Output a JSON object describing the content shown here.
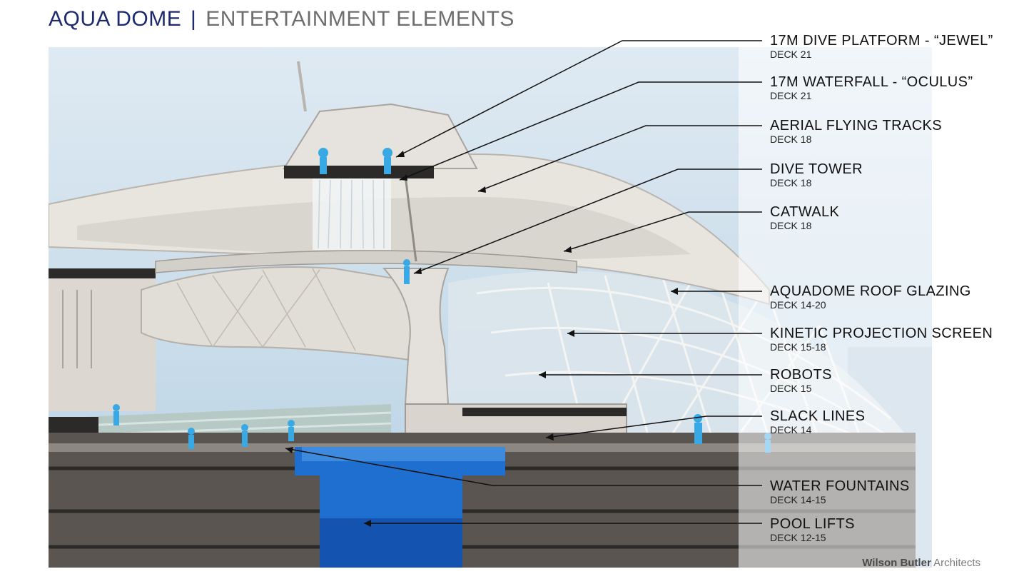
{
  "header": {
    "title": "AQUA DOME",
    "separator": "|",
    "subtitle": "ENTERTAINMENT ELEMENTS"
  },
  "callouts": [
    {
      "name": "17M DIVE PLATFORM - “JEWEL”",
      "deck": "DECK 21"
    },
    {
      "name": "17M WATERFALL - “OCULUS”",
      "deck": "DECK 21"
    },
    {
      "name": "AERIAL FLYING TRACKS",
      "deck": "DECK 18"
    },
    {
      "name": "DIVE TOWER",
      "deck": "DECK 18"
    },
    {
      "name": "CATWALK",
      "deck": "DECK 18"
    },
    {
      "name": "AQUADOME ROOF GLAZING",
      "deck": "DECK 14-20"
    },
    {
      "name": "KINETIC PROJECTION SCREEN",
      "deck": "DECK 15-18"
    },
    {
      "name": "ROBOTS",
      "deck": "DECK 15"
    },
    {
      "name": "SLACK LINES",
      "deck": "DECK 14"
    },
    {
      "name": "WATER FOUNTAINS",
      "deck": "DECK 14-15"
    },
    {
      "name": "POOL LIFTS",
      "deck": "DECK 12-15"
    }
  ],
  "credit": {
    "brand": "Wilson Butler",
    "suffix": "Architects"
  },
  "colors": {
    "title": "#1f2a6e",
    "subtitle": "#6e6e6e",
    "pool": "#1f6fd0",
    "figures": "#39a9e6",
    "structure": "#e4e1dc",
    "hull": "#5a5551"
  }
}
